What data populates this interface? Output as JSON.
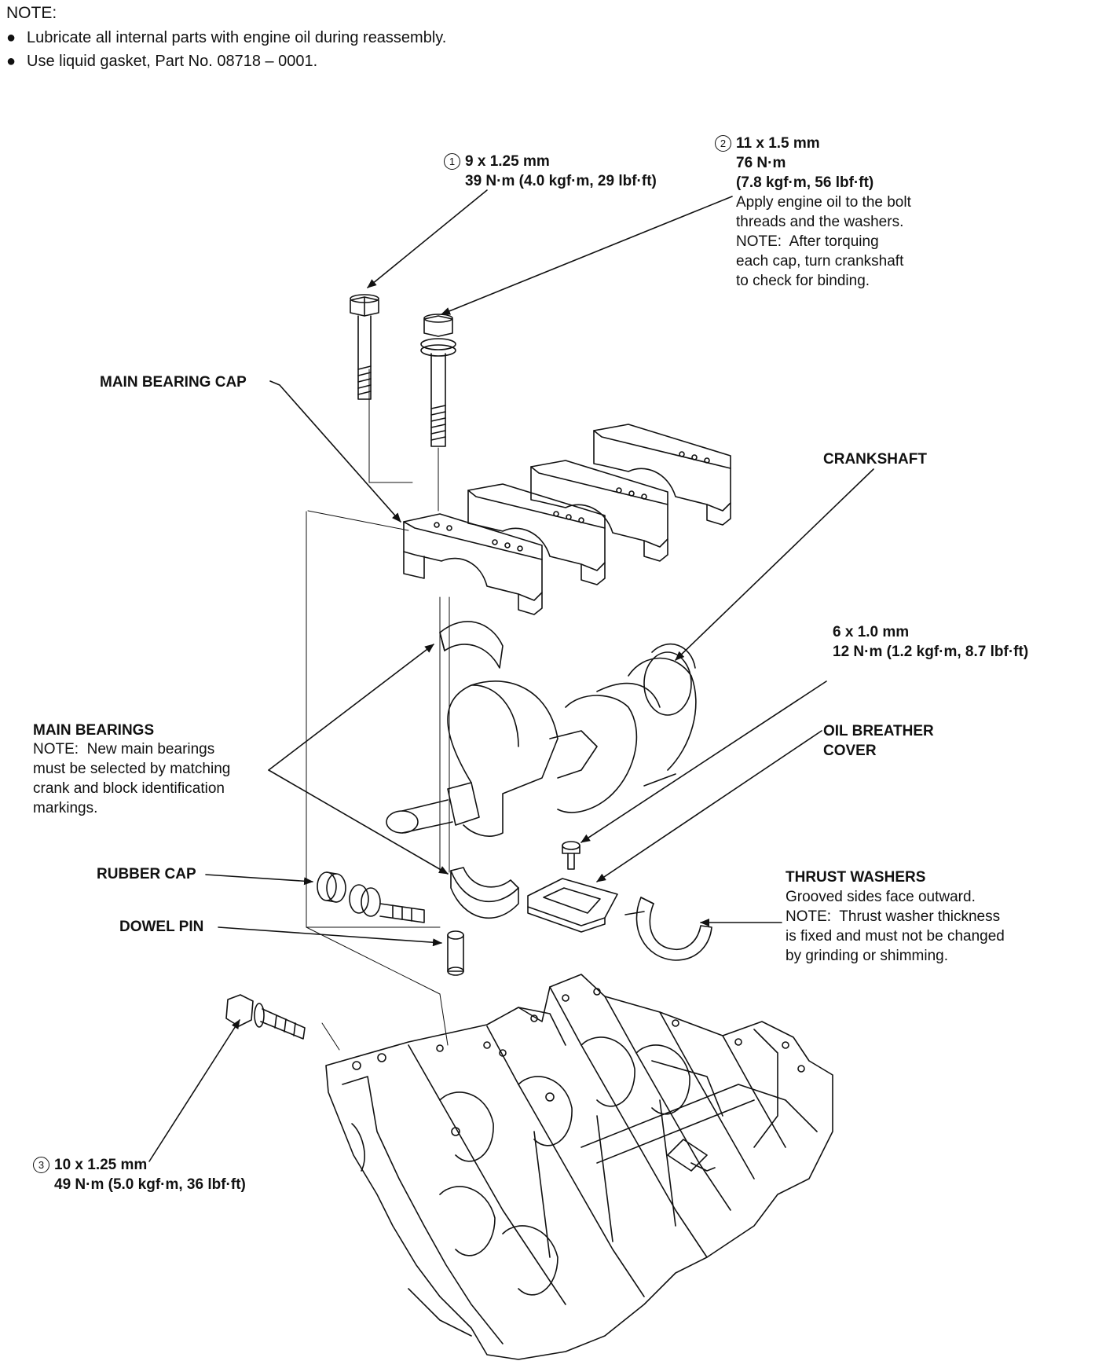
{
  "note": {
    "heading": "NOTE:",
    "bullets": [
      "Lubricate all internal parts with engine oil during reassembly.",
      "Use liquid gasket, Part No. 08718 – 0001."
    ],
    "bullet_symbol": "●"
  },
  "callouts": {
    "bolt1": {
      "num": "1",
      "size": "9 x 1.25 mm",
      "torque": "39 N·m (4.0 kgf·m, 29 lbf·ft)"
    },
    "bolt2": {
      "num": "2",
      "size": "11 x 1.5 mm",
      "torque1": "76 N·m",
      "torque2": "(7.8 kgf·m, 56 lbf·ft)",
      "lines": [
        "Apply engine oil to the bolt",
        "threads and the washers.",
        "NOTE:  After torquing",
        "each cap, turn crankshaft",
        "to check for binding."
      ]
    },
    "bolt3": {
      "num": "3",
      "size": "10 x 1.25 mm",
      "torque": "49 N·m (5.0 kgf·m, 36 lbf·ft)"
    },
    "small_bolt": {
      "size": "6 x 1.0 mm",
      "torque": "12 N·m (1.2 kgf·m, 8.7 lbf·ft)"
    }
  },
  "labels": {
    "main_bearing_cap": "MAIN BEARING CAP",
    "crankshaft": "CRANKSHAFT",
    "main_bearings": {
      "title": "MAIN BEARINGS",
      "lines": [
        "NOTE:  New main bearings",
        "must be selected by matching",
        "crank and block identification",
        "markings."
      ]
    },
    "oil_breather_cover": {
      "line1": "OIL BREATHER",
      "line2": "COVER"
    },
    "rubber_cap": "RUBBER CAP",
    "dowel_pin": "DOWEL PIN",
    "thrust_washers": {
      "title": "THRUST WASHERS",
      "lines": [
        "Grooved sides face outward.",
        "NOTE:  Thrust washer thickness",
        "is fixed and must not be changed",
        "by grinding or shimming."
      ]
    }
  }
}
